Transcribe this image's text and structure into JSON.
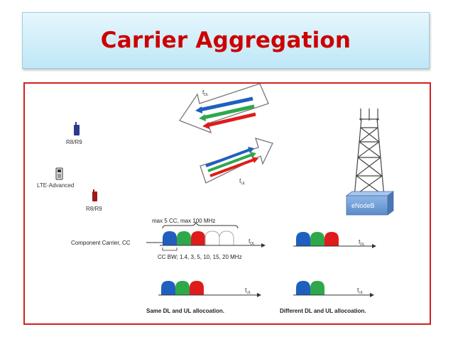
{
  "slide": {
    "title": "Carrier Aggregation"
  },
  "diagram": {
    "f_dl_top": "f",
    "f_dl_top_sub": "DL",
    "f_ul_mid": "f",
    "f_ul_mid_sub": "UL",
    "device_1": "R8/R9",
    "device_2": "LTE-Advanced",
    "device_3": "R8/R9",
    "enodeb": "eNodeB",
    "max_cc": "max 5 CC, max 100 MHz",
    "component_carrier": "Component Carrier, CC",
    "cc_bw": "CC BW; 1.4, 3, 5, 10, 15, 20 MHz",
    "axis_f": "f",
    "axis_dl": "DL",
    "axis_ul": "UL",
    "same_alloc": "Same DL and UL allocoation.",
    "diff_alloc": "Different DL and UL allocoation.",
    "colors": {
      "blue": "#1f5fbf",
      "green": "#2ea84a",
      "red": "#e01b1b",
      "tower_box": "#6e9ed6",
      "title": "#cc0000"
    }
  }
}
